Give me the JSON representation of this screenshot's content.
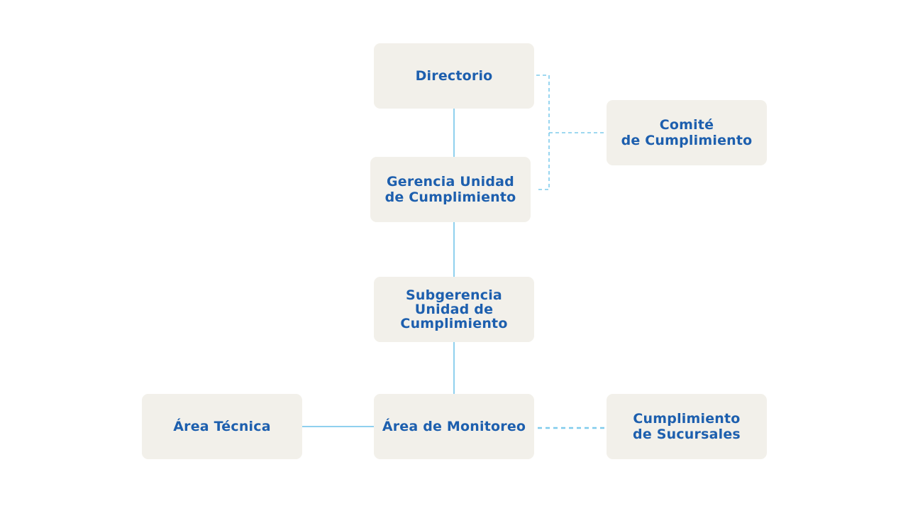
{
  "diagram": {
    "nodes": {
      "directorio": "Directorio",
      "comite": "Comité\nde Cumplimiento",
      "gerencia": "Gerencia Unidad\nde Cumplimiento",
      "subgerencia": "Subgerencia\nUnidad de\nCumplimiento",
      "tecnica": "Área Técnica",
      "monitoreo": "Área de Monitoreo",
      "sucursales": "Cumplimiento\nde Sucursales"
    },
    "colors": {
      "box_fill": "#f2f0ea",
      "text": "#1d5fae",
      "solid_line": "#8fd0ee",
      "dashed_line": "#7fcbec"
    }
  }
}
